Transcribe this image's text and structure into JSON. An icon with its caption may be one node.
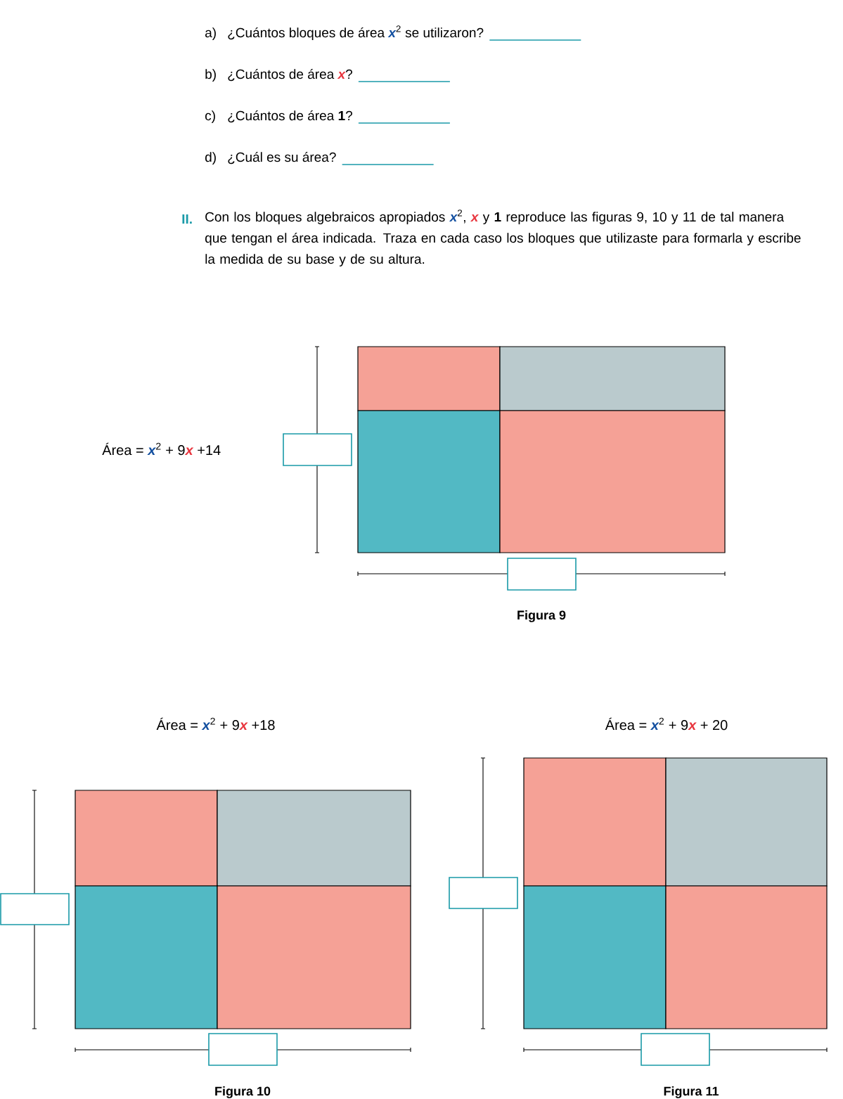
{
  "diagram": {
    "nodes": [
      {
        "text": [],
        "shape": "box"
      },
      {
        "text": [],
        "shape": "box"
      },
      {
        "text": [],
        "shape": "box"
      },
      {
        "text": [],
        "shape": "box"
      },
      {
        "text": [],
        "shape": "box"
      },
      {
        "text": [],
        "shape": "box"
      },
      {
        "text": [],
        "shape": "box"
      },
      {
        "text": [],
        "shape": "box"
      },
      {
        "text": [],
        "shape": "box"
      },
      {
        "text": [],
        "shape": "box"
      },
      {
        "text": [],
        "shape": "box"
      },
      {
        "text": [],
        "shape": "box"
      },
      {
        "text": [],
        "shape": "box"
      },
      {
        "text": [],
        "shape": "box"
      },
      {
        "text": [],
        "shape": "box"
      },
      {
        "text": [],
        "shape": "box"
      },
      {
        "text": [],
        "shape": "box"
      },
      {
        "text": [],
        "shape": "box"
      }
    ],
    "labels": [
      "a)",
      "¿Cuántos bloques de área **x**$^{2}$ se utilizaron?",
      "b)",
      "¿Cuántos de área **x**?",
      "c)",
      "¿Cuántos de área **1**?",
      "d)",
      "¿Cuál es su área?",
      "II.",
      "Con los bloques algebraicos apropiados **x**$^{2}$, **x** y **1** reproduce las figuras 9, 10 y 11 de tal manera que tengan el área indicada. Traza en cada caso los bloques que utilizaste para formarla y escribe la medida de su base y de su altura.",
      "Área = **x**$^{2}$ + 9**x** +14",
      "Figura 9",
      "Área = **x**$^{2}$ + 9**x** +18",
      "Área = **x**$^{2}$ + 9**x** + 20",
      "Figura 10",
      "Figura 11"
    ]
  }
}
